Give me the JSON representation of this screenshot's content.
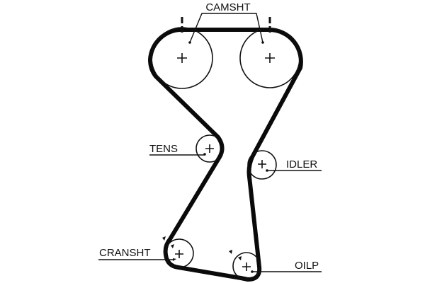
{
  "title": "Timing belt routing diagram",
  "colors": {
    "belt": "#0a0a0a",
    "pulley": "#111111",
    "background": "#ffffff"
  },
  "labels": {
    "camshaft": "CAMSHT",
    "tensioner": "TENS",
    "idler": "IDLER",
    "crankshaft": "CRANSHT",
    "oil_pump": "OILP"
  },
  "pulleys": [
    {
      "id": "camshaft-left",
      "label_ref": "camshaft"
    },
    {
      "id": "camshaft-right",
      "label_ref": "camshaft"
    },
    {
      "id": "tensioner",
      "label_ref": "tensioner"
    },
    {
      "id": "idler",
      "label_ref": "idler"
    },
    {
      "id": "crankshaft",
      "label_ref": "crankshaft"
    },
    {
      "id": "oil-pump",
      "label_ref": "oil_pump"
    }
  ]
}
